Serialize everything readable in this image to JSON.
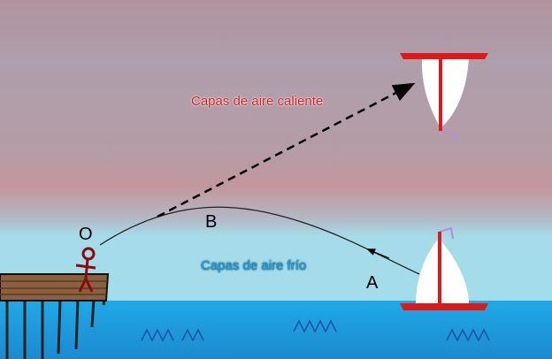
{
  "labels": {
    "warm_layers": "Capas de aire caliente",
    "cold_layers": "Capas de aire frío",
    "point_o": "O",
    "point_a": "A",
    "point_b": "B"
  },
  "colors": {
    "sky_top": "#ad9ba6",
    "sky_warm_band": "#c39aa0",
    "sky_cold": "#a6dbe9",
    "sea": "#1ea4e2",
    "warm_text": "#d62020",
    "cold_text": "#1aa6d8"
  }
}
